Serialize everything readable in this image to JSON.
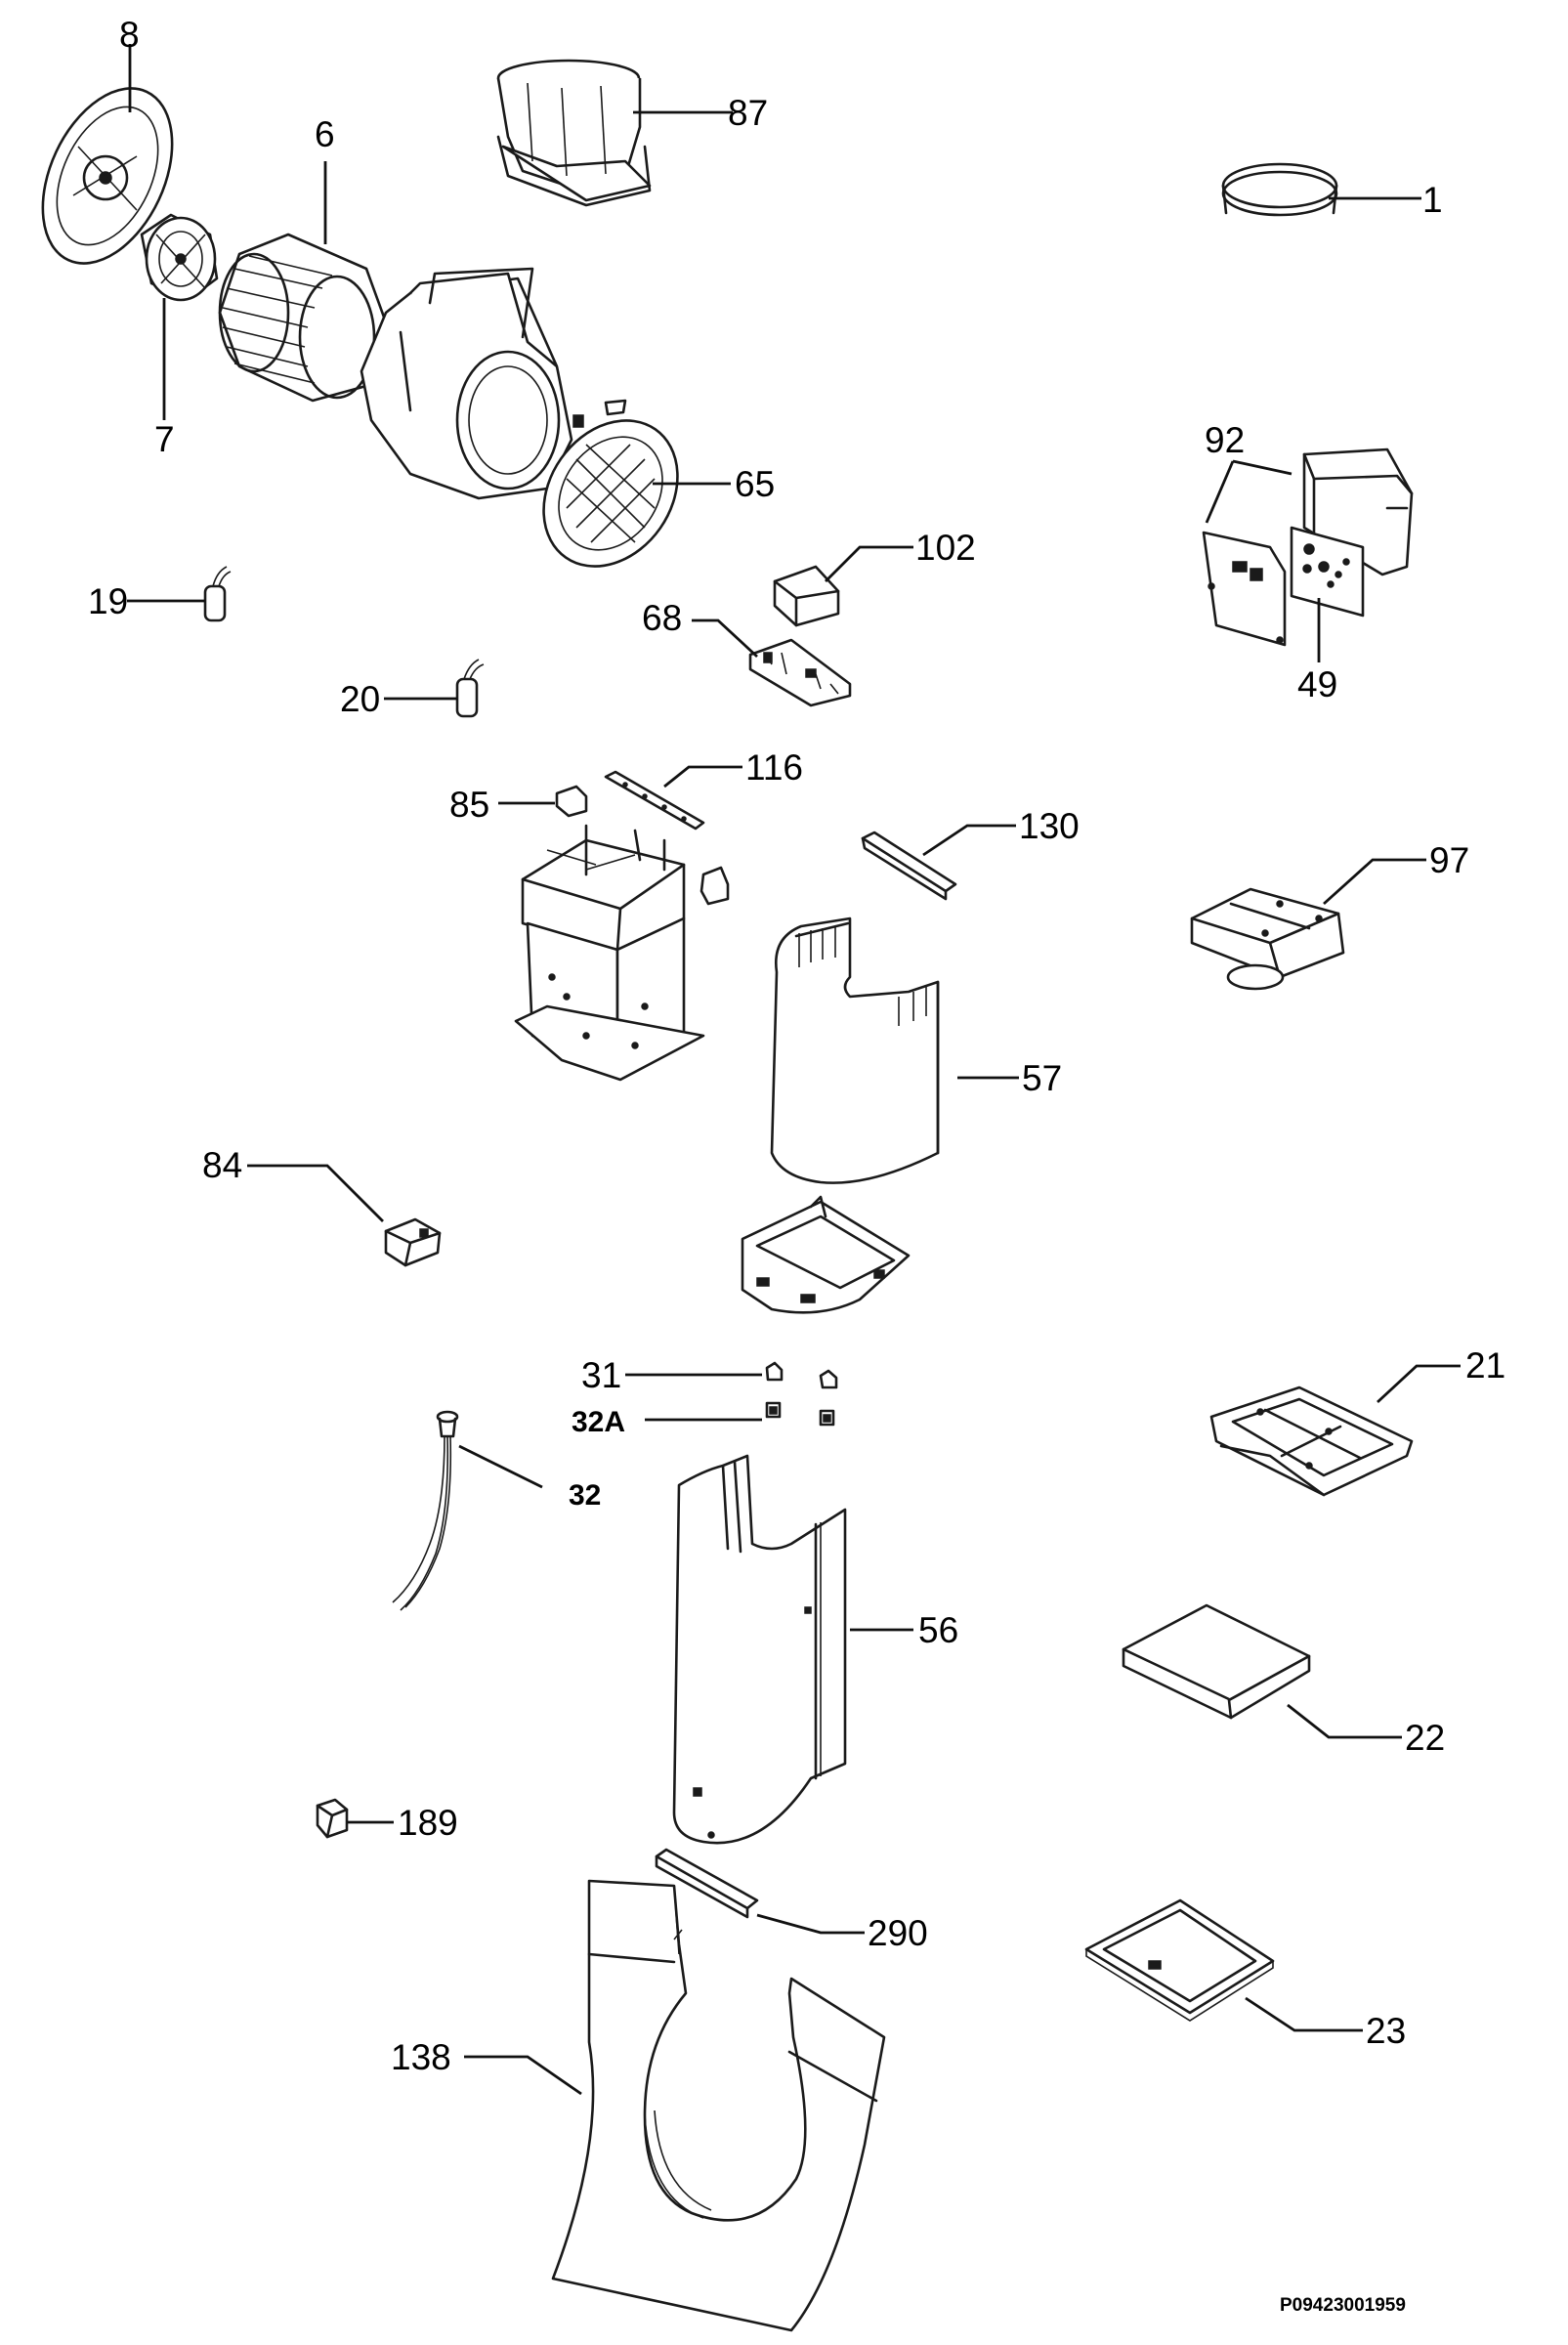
{
  "callouts": {
    "p1": "1",
    "p6": "6",
    "p7": "7",
    "p8": "8",
    "p19": "19",
    "p20": "20",
    "p21": "21",
    "p22": "22",
    "p23": "23",
    "p31": "31",
    "p32": "32",
    "p32a": "32A",
    "p49": "49",
    "p56": "56",
    "p57": "57",
    "p65": "65",
    "p68": "68",
    "p84": "84",
    "p85": "85",
    "p87": "87",
    "p92": "92",
    "p97": "97",
    "p102": "102",
    "p116": "116",
    "p130": "130",
    "p138": "138",
    "p189": "189",
    "p290": "290"
  },
  "drawing_code": "P09423001959"
}
